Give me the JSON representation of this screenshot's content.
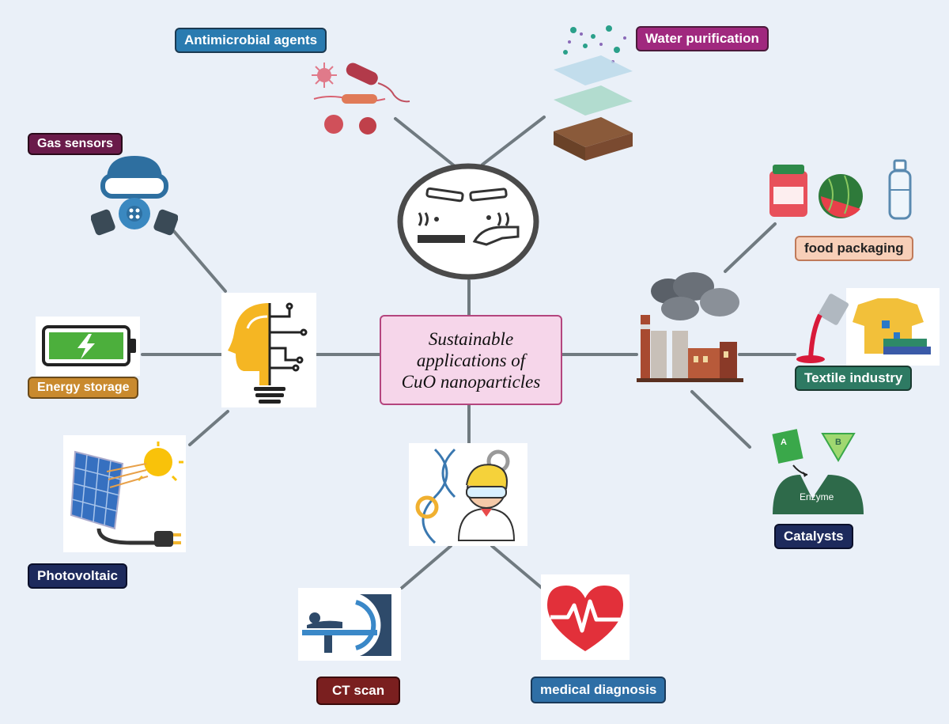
{
  "center": {
    "line1": "Sustainable",
    "line2": "applications of",
    "line3": "CuO nanoparticles"
  },
  "labels": {
    "antimicrobial": "Antimicrobial agents",
    "water": "Water purification",
    "gas": "Gas sensors",
    "food": "food packaging",
    "energy": "Energy storage",
    "textile": "Textile industry",
    "photovoltaic": "Photovoltaic",
    "catalysts": "Catalysts",
    "ct": "CT scan",
    "medical": "medical diagnosis",
    "enzyme": "Enzyme",
    "enzyme_a": "A",
    "enzyme_b": "B"
  },
  "colors": {
    "background": "#eaf0f8",
    "connector": "#707a80",
    "antimicrobial": "#2a7bb0",
    "water": "#a0287e",
    "gas": "#6a1b4a",
    "food": "#f7cfb8",
    "energy": "#c98a2e",
    "textile": "#2e7a63",
    "photovoltaic": "#1d2a5c",
    "catalysts": "#1d2a5c",
    "ct": "#7a1f1f",
    "medical": "#2e6fa6"
  }
}
